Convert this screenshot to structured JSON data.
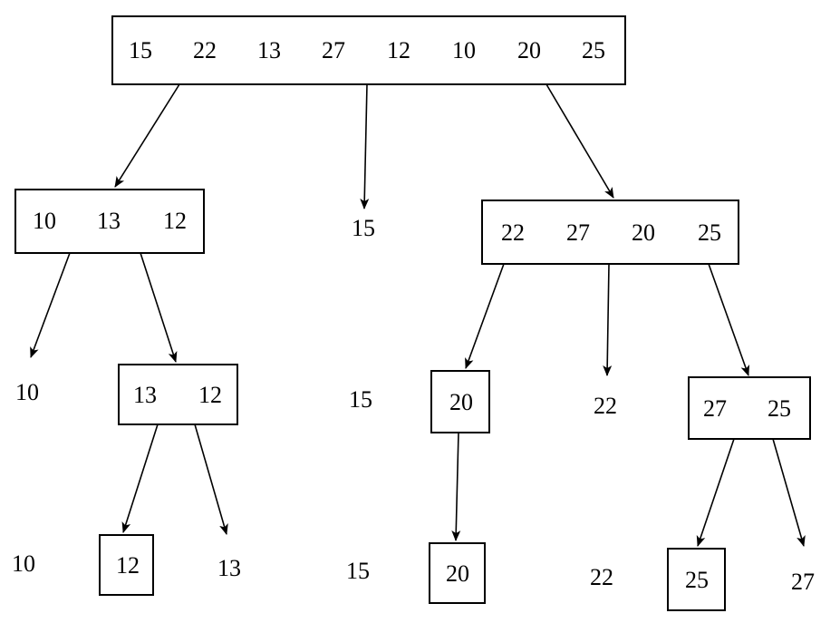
{
  "diagram": {
    "boxes": {
      "root": [
        "15",
        "22",
        "13",
        "27",
        "12",
        "10",
        "20",
        "25"
      ],
      "left": [
        "10",
        "13",
        "12"
      ],
      "right": [
        "22",
        "27",
        "20",
        "25"
      ],
      "left_sub": [
        "13",
        "12"
      ],
      "right_single": [
        "20"
      ],
      "right_sub": [
        "27",
        "25"
      ],
      "leaf_12": [
        "12"
      ],
      "leaf_20": [
        "20"
      ],
      "leaf_25": [
        "25"
      ]
    },
    "labels": {
      "pivot_root": "15",
      "l2_10": "10",
      "l2_15": "15",
      "l2_22": "22",
      "l3_10": "10",
      "l3_13": "13",
      "l3_15": "15",
      "l3_22": "22",
      "l3_27": "27"
    }
  }
}
